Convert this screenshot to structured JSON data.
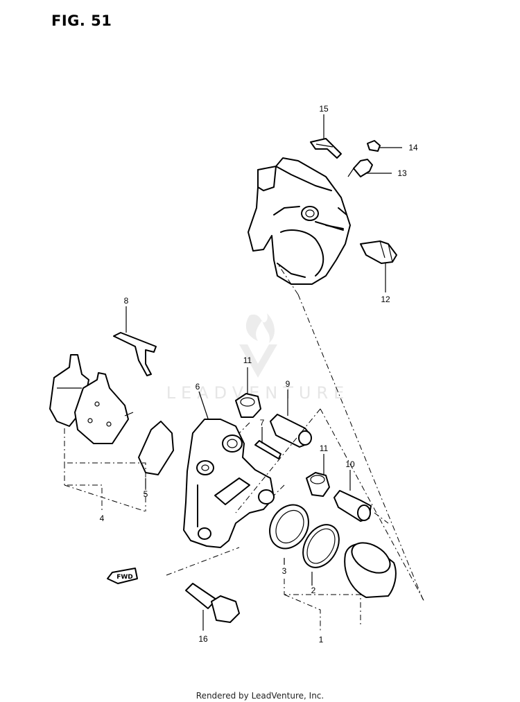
{
  "figure": {
    "title": "FIG. 51"
  },
  "watermark": {
    "text": "LEADVENTURE"
  },
  "direction_marker": {
    "label": "FWD",
    "icon": "forward-arrow-icon"
  },
  "callouts": [
    {
      "id": "c1",
      "label": "1"
    },
    {
      "id": "c2",
      "label": "2"
    },
    {
      "id": "c3",
      "label": "3"
    },
    {
      "id": "c4",
      "label": "4"
    },
    {
      "id": "c5",
      "label": "5"
    },
    {
      "id": "c6",
      "label": "6"
    },
    {
      "id": "c7",
      "label": "7"
    },
    {
      "id": "c8",
      "label": "8"
    },
    {
      "id": "c9",
      "label": "9"
    },
    {
      "id": "c10",
      "label": "10"
    },
    {
      "id": "c11a",
      "label": "11"
    },
    {
      "id": "c11b",
      "label": "11"
    },
    {
      "id": "c12",
      "label": "12"
    },
    {
      "id": "c13",
      "label": "13"
    },
    {
      "id": "c14",
      "label": "14"
    },
    {
      "id": "c15",
      "label": "15"
    },
    {
      "id": "c16",
      "label": "16"
    }
  ],
  "footer": {
    "text": "Rendered by LeadVenture, Inc."
  }
}
